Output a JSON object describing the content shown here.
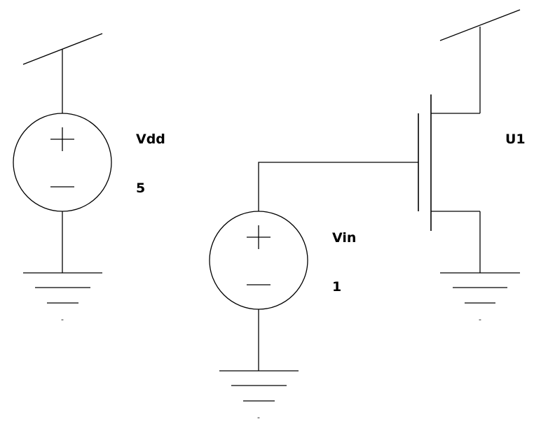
{
  "components": {
    "vdd": {
      "name": "Vdd",
      "value": "5"
    },
    "vin": {
      "name": "Vin",
      "value": "1"
    },
    "u1": {
      "name": "U1"
    }
  },
  "grounds": {
    "vdd_ground_mark": "-",
    "vin_ground_mark": "-",
    "u1_ground_mark": "-"
  }
}
